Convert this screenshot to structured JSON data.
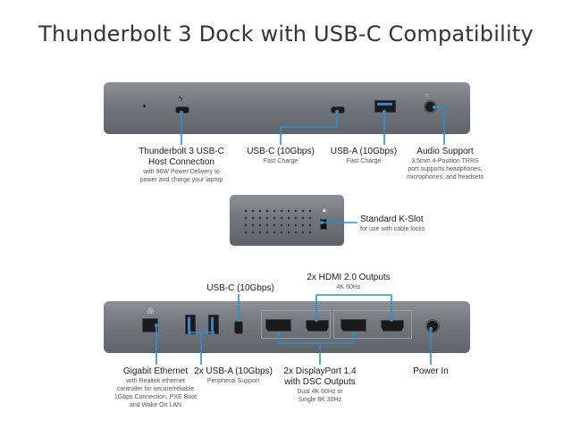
{
  "page": {
    "title": "Thunderbolt 3 Dock with USB-C Compatibility"
  },
  "front": {
    "tb3": {
      "title1": "Thunderbolt 3 USB-C",
      "title2": "Host Connection",
      "sub1": "with 96W Power Delivery to",
      "sub2": "power and charge your laptop"
    },
    "usbc": {
      "title": "USB-C (10Gbps)",
      "sub": "Fast Charge"
    },
    "usba": {
      "title": "USB-A (10Gbps)",
      "sub": "Fast Charge"
    },
    "audio": {
      "title": "Audio Support",
      "sub1": "3.5mm 4-Position TRRS",
      "sub2": "port supports headphones,",
      "sub3": "microphones, and headsets"
    }
  },
  "side": {
    "kslot": {
      "title": "Standard K-Slot",
      "sub": "for use with cable locks"
    }
  },
  "rear": {
    "hdmi": {
      "title": "2x HDMI 2.0 Outputs",
      "sub": "4K 60Hz"
    },
    "usbc": {
      "title": "USB-C (10Gbps)"
    },
    "ethernet": {
      "title": "Gigabit Ethernet",
      "sub1": "with Realtek ethernet",
      "sub2": "controller for secure/reliable",
      "sub3": "1Gbps Connection, PXE Boot",
      "sub4": "and Wake On LAN"
    },
    "usba": {
      "title": "2x USB-A (10Gbps)",
      "sub": "Peripheral Support"
    },
    "dp": {
      "title1": "2x DisplayPort 1.4",
      "title2": "with DSC Outputs",
      "sub1": "Dual 4K 60Hz or",
      "sub2": "Single 8K 30Hz"
    },
    "power": {
      "title": "Power In"
    }
  }
}
